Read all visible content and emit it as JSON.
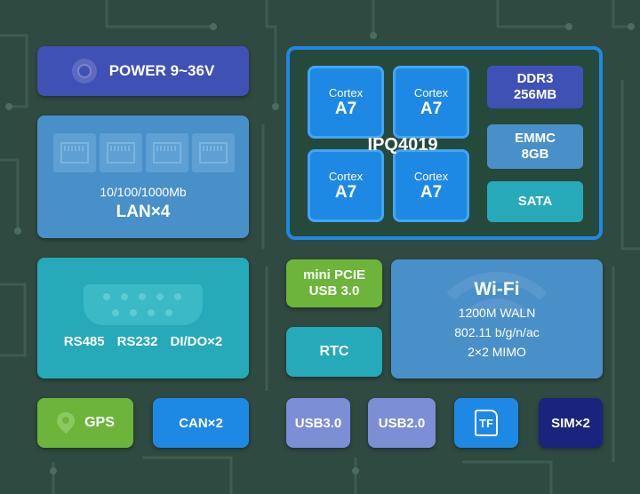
{
  "power": {
    "label": "POWER 9~36V"
  },
  "lan": {
    "speed": "10/100/1000Mb",
    "title": "LAN×4"
  },
  "cpu": {
    "chip": "IPQ4019",
    "cores": [
      {
        "line1": "Cortex",
        "line2": "A7"
      },
      {
        "line1": "Cortex",
        "line2": "A7"
      },
      {
        "line1": "Cortex",
        "line2": "A7"
      },
      {
        "line1": "Cortex",
        "line2": "A7"
      }
    ],
    "ddr": {
      "line1": "DDR3",
      "line2": "256MB"
    },
    "emmc": {
      "line1": "EMMC",
      "line2": "8GB"
    },
    "sata": {
      "label": "SATA"
    }
  },
  "serial": {
    "rs485": "RS485",
    "rs232": "RS232",
    "dido": "DI/DO×2"
  },
  "mpcie": {
    "line1": "mini PCIE",
    "line2": "USB 3.0"
  },
  "rtc": {
    "label": "RTC"
  },
  "wifi": {
    "title": "Wi-Fi",
    "line1": "1200M WALN",
    "line2": "802.11 b/g/n/ac",
    "line3": "2×2 MIMO"
  },
  "bottom": {
    "gps": "GPS",
    "can": "CAN×2",
    "usb3": "USB3.0",
    "usb2": "USB2.0",
    "tf": "TF",
    "sim": "SIM×2"
  },
  "colors": {
    "background": "#2f4a40",
    "blue": "#1e88e5",
    "indigo": "#3f51b5",
    "teal": "#26a9b8",
    "green": "#6cb53a",
    "steel": "#4a90c8",
    "navy": "#1a237e"
  }
}
